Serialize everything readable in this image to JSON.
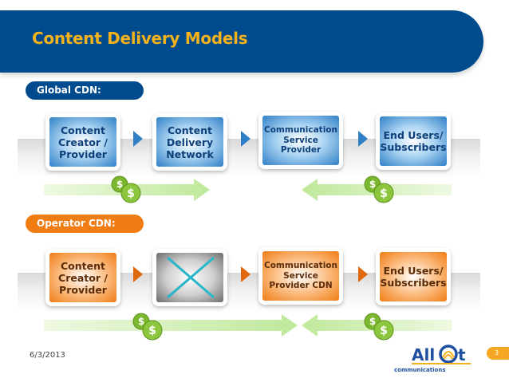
{
  "slide": {
    "title": "Content Delivery Models",
    "date": "6/3/2013",
    "page_number": "3"
  },
  "sections": [
    {
      "label": "Global CDN:",
      "theme": "blue",
      "nodes": [
        {
          "label": "Content Creator / Provider"
        },
        {
          "label": "Content Delivery Network"
        },
        {
          "label": "Communication Service Provider"
        },
        {
          "label": "End Users/ Subscribers"
        }
      ],
      "money_flows": [
        "right",
        "left"
      ]
    },
    {
      "label": "Operator CDN:",
      "theme": "orange",
      "nodes": [
        {
          "label": "Content Creator / Provider"
        },
        {
          "label": "",
          "crossed_out": true
        },
        {
          "label": "Communication Service Provider CDN"
        },
        {
          "label": "End Users/ Subscribers"
        }
      ],
      "money_flows": [
        "right",
        "left"
      ]
    }
  ],
  "logo": {
    "brand": "Allot",
    "sub": "communications"
  },
  "colors": {
    "primary_blue": "#004b8d",
    "title_yellow": "#f5b21a",
    "operator_orange": "#f07d14",
    "flow_green": "#cdeeb0",
    "coin_green": "#7cb82f",
    "cross_teal": "#27b6c9"
  },
  "icons": {
    "money": "dollar-coins-icon",
    "step": "triangle-right-icon",
    "cross": "x-mark-icon"
  }
}
